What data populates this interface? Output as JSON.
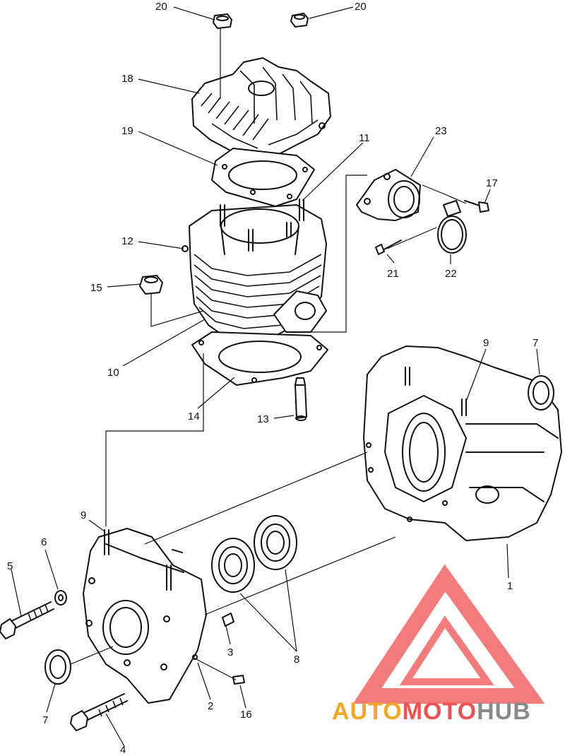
{
  "callouts": [
    {
      "id": "c20a",
      "text": "20"
    },
    {
      "id": "c20b",
      "text": "20"
    },
    {
      "id": "c18",
      "text": "18"
    },
    {
      "id": "c19",
      "text": "19"
    },
    {
      "id": "c11",
      "text": "11"
    },
    {
      "id": "c23",
      "text": "23"
    },
    {
      "id": "c17",
      "text": "17"
    },
    {
      "id": "c12",
      "text": "12"
    },
    {
      "id": "c15",
      "text": "15"
    },
    {
      "id": "c21",
      "text": "21"
    },
    {
      "id": "c22",
      "text": "22"
    },
    {
      "id": "c10",
      "text": "10"
    },
    {
      "id": "c14",
      "text": "14"
    },
    {
      "id": "c13",
      "text": "13"
    },
    {
      "id": "c9a",
      "text": "9"
    },
    {
      "id": "c7a",
      "text": "7"
    },
    {
      "id": "c9b",
      "text": "9"
    },
    {
      "id": "c6",
      "text": "6"
    },
    {
      "id": "c5",
      "text": "5"
    },
    {
      "id": "c1",
      "text": "1"
    },
    {
      "id": "c3",
      "text": "3"
    },
    {
      "id": "c8",
      "text": "8"
    },
    {
      "id": "c2",
      "text": "2"
    },
    {
      "id": "c7b",
      "text": "7"
    },
    {
      "id": "c16",
      "text": "16"
    },
    {
      "id": "c4",
      "text": "4"
    }
  ],
  "watermark": {
    "part1": "AUTO",
    "part2": "MOTO",
    "part3": "HUB",
    "color_orange": "#f5a623",
    "color_red": "#f05050",
    "color_gray": "#8a8a8a"
  }
}
